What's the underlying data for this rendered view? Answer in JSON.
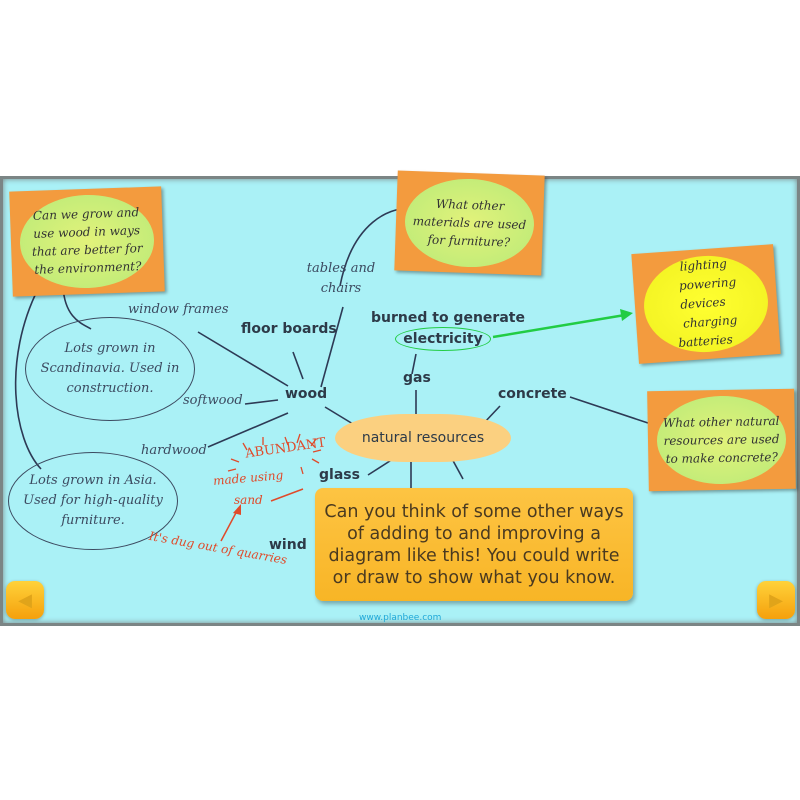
{
  "notes": {
    "wood_question": "Can we grow and use wood in ways that are better for the environment?",
    "furniture_question": "What other materials are used for furniture?",
    "electricity_uses": [
      "lighting",
      "powering devices",
      "charging batteries"
    ],
    "concrete_question": "What other natural resources are used to make concrete?"
  },
  "ovals": {
    "softwood_info": "Lots grown in Scandinavia. Used in construction.",
    "hardwood_info": "Lots grown in Asia. Used for high-quality furniture."
  },
  "labels": {
    "window_frames": "window frames",
    "floor_boards": "floor boards",
    "tables_chairs": "tables and chairs",
    "wood": "wood",
    "softwood": "softwood",
    "hardwood": "hardwood",
    "burned": "burned to generate",
    "electricity": "electricity",
    "gas": "gas",
    "concrete": "concrete",
    "center": "natural resources",
    "glass": "glass",
    "wind": "wind"
  },
  "annotations": {
    "abundant": "ABUNDANT",
    "made_using": "made using",
    "sand": "sand",
    "quarries": "It's dug out of quarries"
  },
  "prompt": "Can you think of some other ways of adding to and improving a diagram like this! You could write or draw to show what you know.",
  "footer": "www.planbee.com",
  "nav": {
    "prev": "◀",
    "next": "▶"
  },
  "colors": {
    "background": "#aaf1f6",
    "note": "#f39b3e",
    "prompt_box": "#fbc23a",
    "electricity_accent": "#22cc44",
    "annotation": "#e04a2a"
  }
}
